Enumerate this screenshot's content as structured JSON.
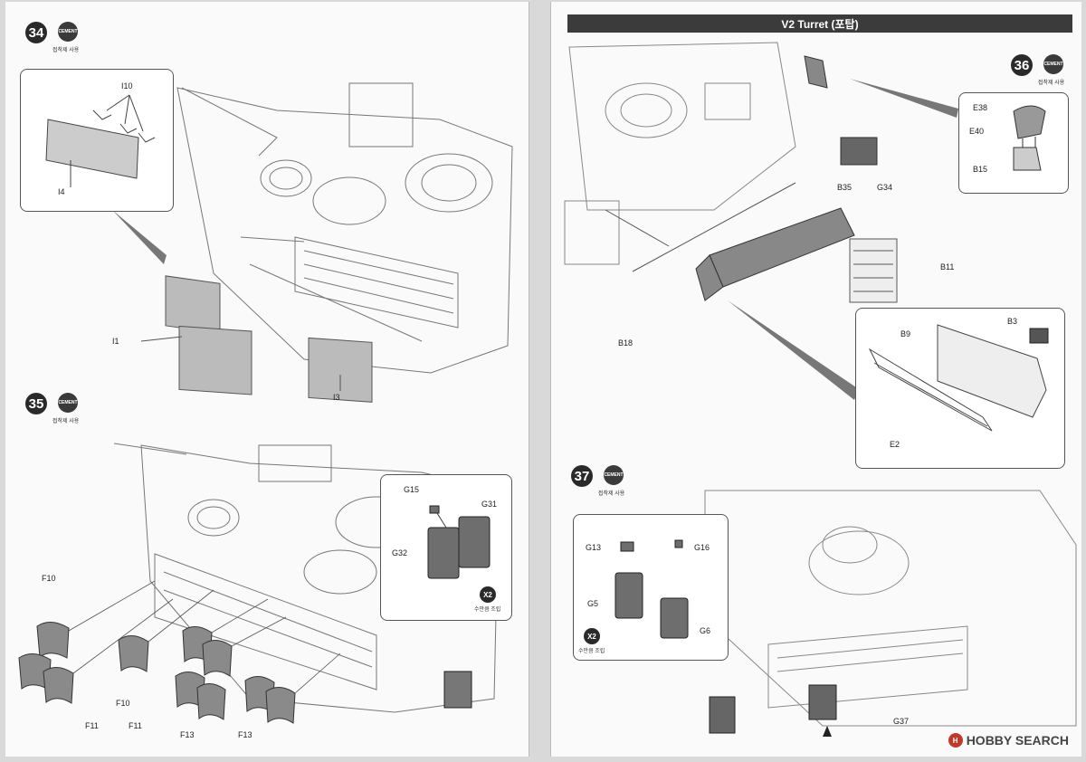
{
  "left_page": {
    "step34": {
      "number": "34",
      "cement": "CEMENT",
      "cement_caption": "접착제 사용",
      "labels": {
        "i10": "I10",
        "i4": "I4",
        "i1": "I1",
        "i3": "I3"
      }
    },
    "step35": {
      "number": "35",
      "cement": "CEMENT",
      "cement_caption": "접착제 사용",
      "labels": {
        "f10a": "F10",
        "f11a": "F11",
        "f10b": "F10",
        "f11b": "F11",
        "f13a": "F13",
        "f13b": "F13",
        "g15": "G15",
        "g31": "G31",
        "g32": "G32"
      },
      "x2": "X2",
      "x2_caption": "수만큼 조립"
    }
  },
  "right_page": {
    "banner": "V2 Turret (포탑)",
    "step36": {
      "number": "36",
      "cement": "CEMENT",
      "cement_caption": "접착제 사용",
      "labels": {
        "e38": "E38",
        "e40": "E40",
        "b15": "B15",
        "b35": "B35",
        "g34": "G34",
        "b11": "B11",
        "b18": "B18",
        "b3": "B3",
        "b9": "B9",
        "e2": "E2"
      }
    },
    "step37": {
      "number": "37",
      "cement": "CEMENT",
      "cement_caption": "접착제 사용",
      "labels": {
        "g13": "G13",
        "g16": "G16",
        "g5": "G5",
        "g6": "G6",
        "g37": "G37"
      },
      "x2": "X2",
      "x2_caption": "수만큼 조립"
    },
    "logo": {
      "mark": "H",
      "text": "HOBBY SEARCH"
    }
  }
}
